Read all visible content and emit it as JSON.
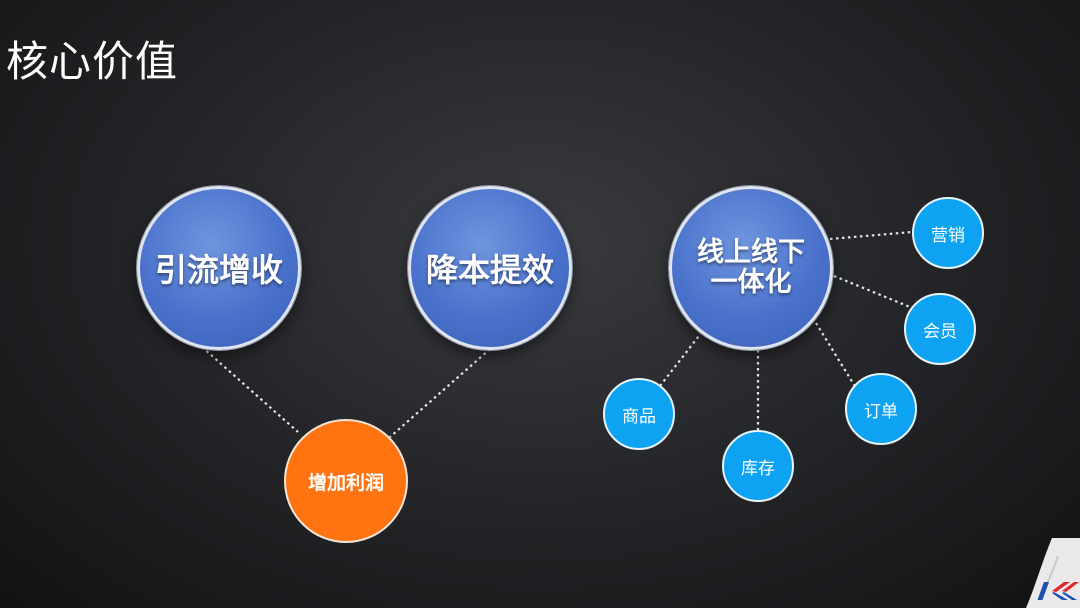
{
  "slide": {
    "title": "核心价值"
  },
  "nodes": {
    "traffic": "引流增收",
    "cost": "降本提效",
    "omni": "线上线下一体化",
    "profit": "增加利润",
    "marketing": "营销",
    "member": "会员",
    "order": "订单",
    "inventory": "库存",
    "product": "商品"
  },
  "colors": {
    "big_circle": "#4a72cc",
    "profit_circle": "#ff7310",
    "small_circle": "#0ea2f2",
    "background": "#26272a"
  },
  "logo": {
    "icon": "brand-logo-icon"
  }
}
